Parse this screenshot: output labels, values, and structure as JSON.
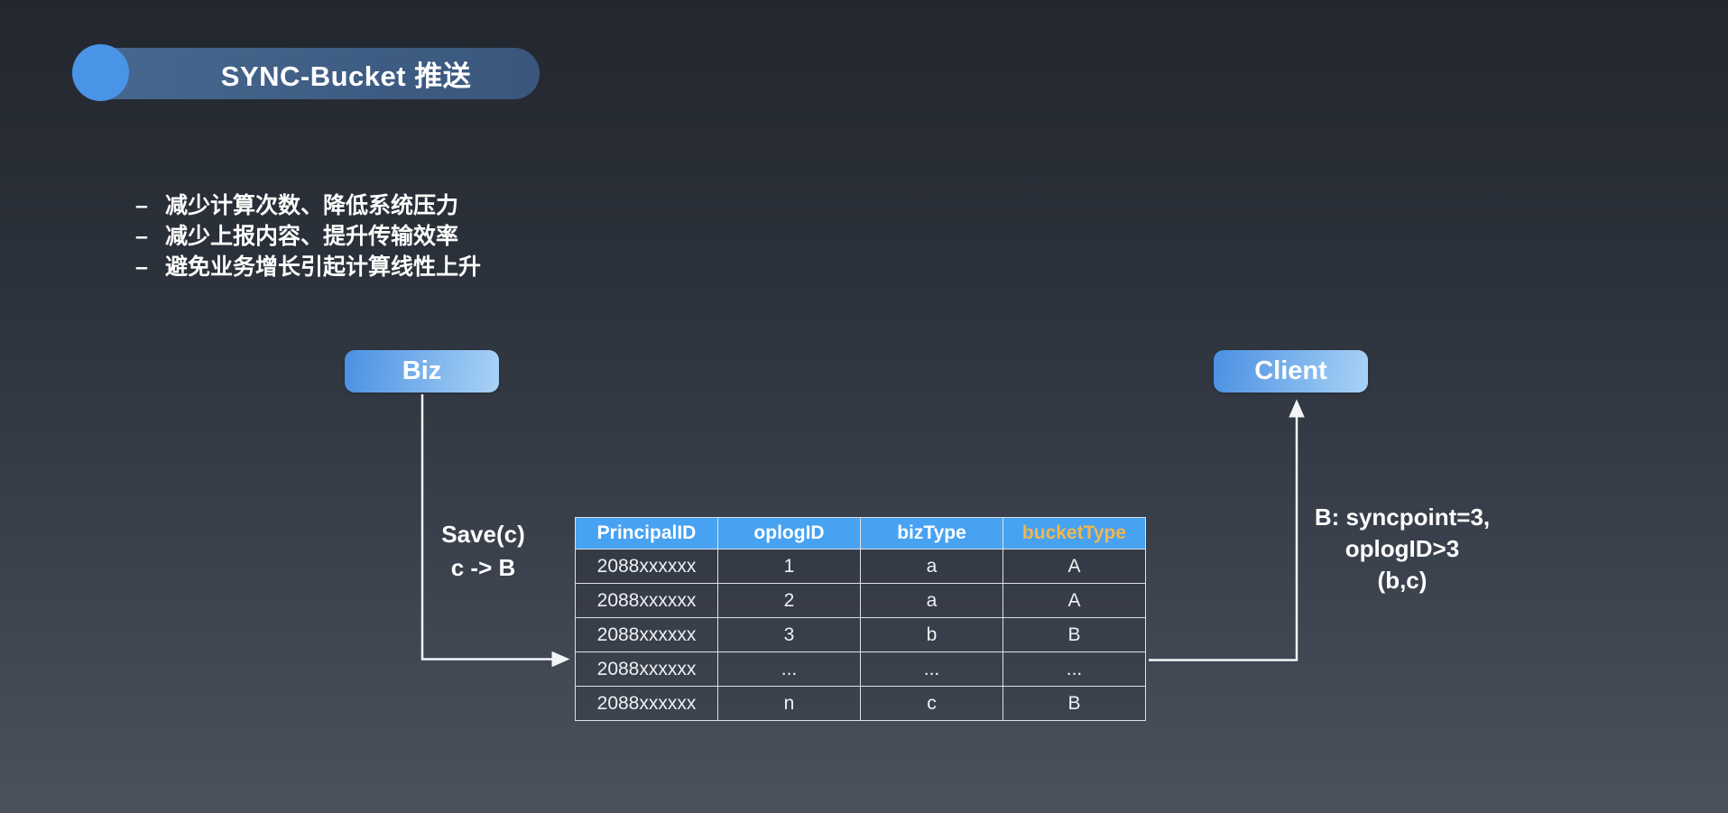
{
  "title": {
    "text": "SYNC-Bucket 推送"
  },
  "bullets": {
    "marker": "–",
    "items": [
      "减少计算次数、降低系统压力",
      "减少上报内容、提升传输效率",
      "避免业务增长引起计算线性上升"
    ]
  },
  "nodes": {
    "biz": "Biz",
    "client": "Client"
  },
  "left_arrow_label": {
    "line1": "Save(c)",
    "line2": "c -> B"
  },
  "right_arrow_label": {
    "line1": "B: syncpoint=3,",
    "line2": "oplogID>3",
    "line3": "(b,c)"
  },
  "table": {
    "headers": [
      "PrincipalID",
      "oplogID",
      "bizType",
      "bucketType"
    ],
    "highlight_col_index": 3,
    "rows": [
      [
        "2088xxxxxx",
        "1",
        "a",
        "A"
      ],
      [
        "2088xxxxxx",
        "2",
        "a",
        "A"
      ],
      [
        "2088xxxxxx",
        "3",
        "b",
        "B"
      ],
      [
        "2088xxxxxx",
        "...",
        "...",
        "..."
      ],
      [
        "2088xxxxxx",
        "n",
        "c",
        "B"
      ]
    ]
  },
  "colors": {
    "background_top": "#23272f",
    "background_bottom": "#4a525e",
    "badge_fill": "#3d5b7e",
    "badge_circle": "#4a94e8",
    "node_gradient_start": "#4a90e2",
    "node_gradient_end": "#b3d9f8",
    "table_header_bg": "#47a2f2",
    "table_header_highlight_text": "#f2b64d",
    "table_border": "#dde2e7",
    "arrow": "#f3f5f7",
    "text": "#ffffff"
  }
}
